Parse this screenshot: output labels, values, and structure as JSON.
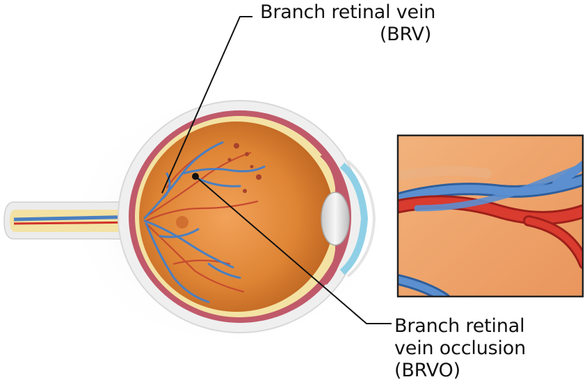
{
  "labels": {
    "brv": {
      "line1": "Branch retinal vein",
      "line2": "(BRV)"
    },
    "brvo": {
      "line1": "Branch retinal",
      "line2": "vein occlusion",
      "line3": "(BRVO)"
    }
  },
  "colors": {
    "vein": "#4a7fc1",
    "artery": "#d1322b",
    "retina": "#e08a3a",
    "sclera": "#efefef",
    "choroid": "#c05a6a",
    "optic_nerve": "#f3e2a3",
    "leader_line": "#111111"
  },
  "icons": [
    "eyeball-cross-section",
    "zoom-inset-vessels"
  ]
}
